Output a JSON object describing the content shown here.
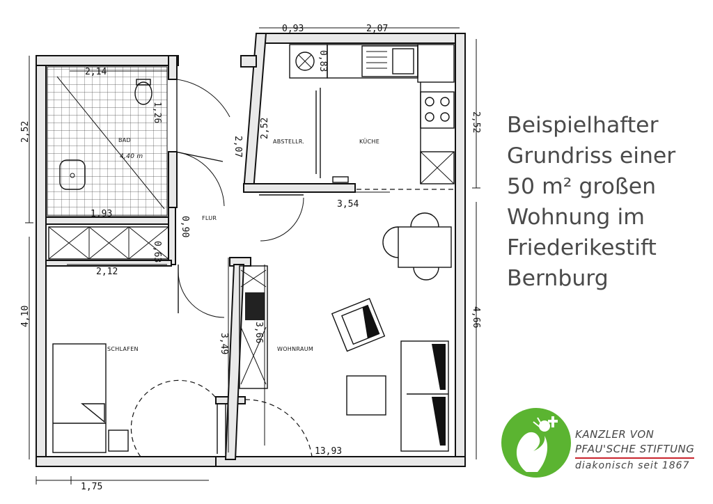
{
  "headline": {
    "line1": "Beispielhafter",
    "line2": "Grundriss einer",
    "line3": "50 m² großen",
    "line4": "Wohnung im",
    "line5": "Friederikestift",
    "line6": "Bernburg"
  },
  "rooms": {
    "bad": "BAD",
    "bad_area": "4,40 m",
    "abstellraum": "ABSTELLR.",
    "kueche": "KÜCHE",
    "flur": "FLUR",
    "schlafen": "SCHLAFEN",
    "wohnraum": "WOHNRAUM"
  },
  "dimensions": {
    "d_093": "0,93",
    "d_207": "2,07",
    "d_214": "2,14",
    "d_252_left": "2,52",
    "d_252_right": "2,52",
    "d_252_store": "2,52",
    "d_126": "1,26",
    "d_083": "0,83",
    "d_207_vert": "2,07",
    "d_354": "3,54",
    "d_193": "1,93",
    "d_090": "0,90",
    "d_063": "0,63",
    "d_212": "2,12",
    "d_410": "4,10",
    "d_466": "4,66",
    "d_349": "3,49",
    "d_366": "3,66",
    "d_393": "13,93",
    "d_175": "1,75"
  },
  "logo": {
    "line1": "Kanzler von",
    "line2": "Pfau'sche Stiftung",
    "line3": "diakonisch seit 1867",
    "color_green": "#5bb431",
    "color_red": "#c8232c"
  }
}
